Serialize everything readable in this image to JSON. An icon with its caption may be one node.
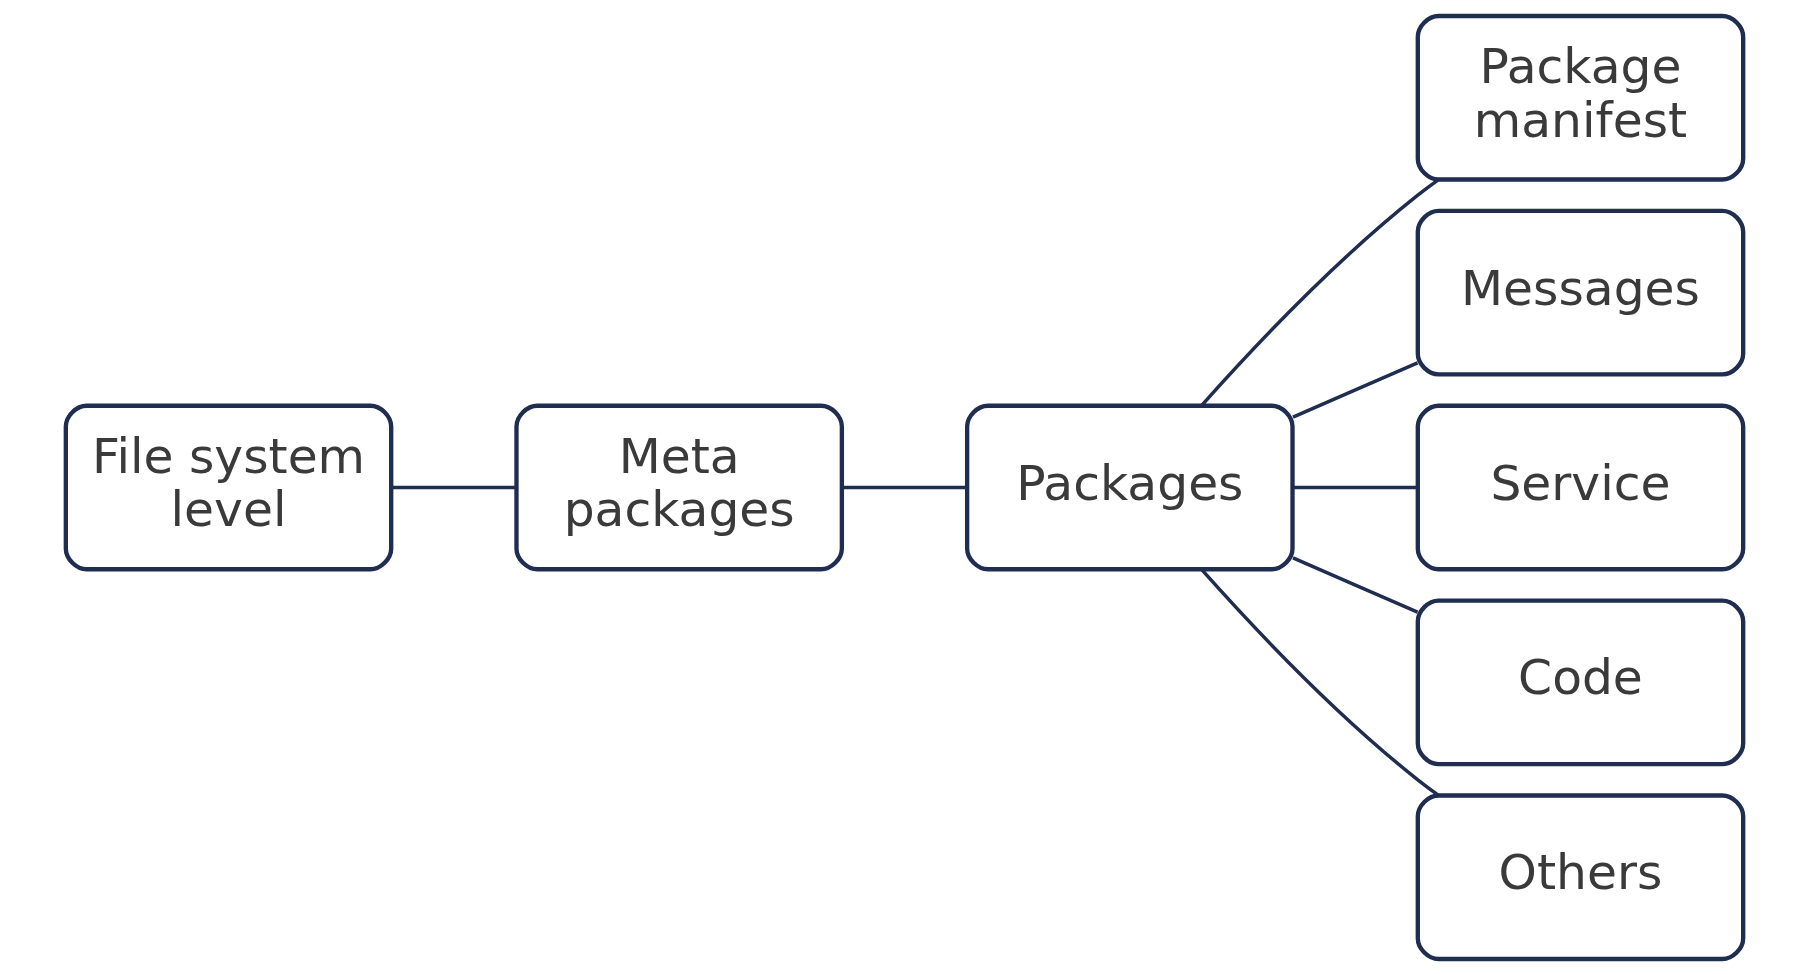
{
  "diagram": {
    "nodes": [
      {
        "text": [
          "File system level"
        ]
      },
      {
        "text": [
          "Meta packages"
        ]
      },
      {
        "text": [
          "Packages"
        ]
      },
      {
        "text": [
          "Package manifest"
        ]
      },
      {
        "text": [
          "Messages"
        ]
      },
      {
        "text": [
          "Service"
        ]
      },
      {
        "text": [
          "Code"
        ]
      },
      {
        "text": [
          "Others"
        ]
      }
    ],
    "edges": [
      {
        "from": 0,
        "to": 1,
        "arrow": "none"
      },
      {
        "from": 1,
        "to": 2,
        "arrow": "none"
      },
      {
        "from": 2,
        "to": 3,
        "arrow": "none"
      },
      {
        "from": 2,
        "to": 4,
        "arrow": "none"
      },
      {
        "from": 2,
        "to": 5,
        "arrow": "none"
      },
      {
        "from": 2,
        "to": 6,
        "arrow": "none"
      },
      {
        "from": 2,
        "to": 7,
        "arrow": "none"
      }
    ]
  }
}
